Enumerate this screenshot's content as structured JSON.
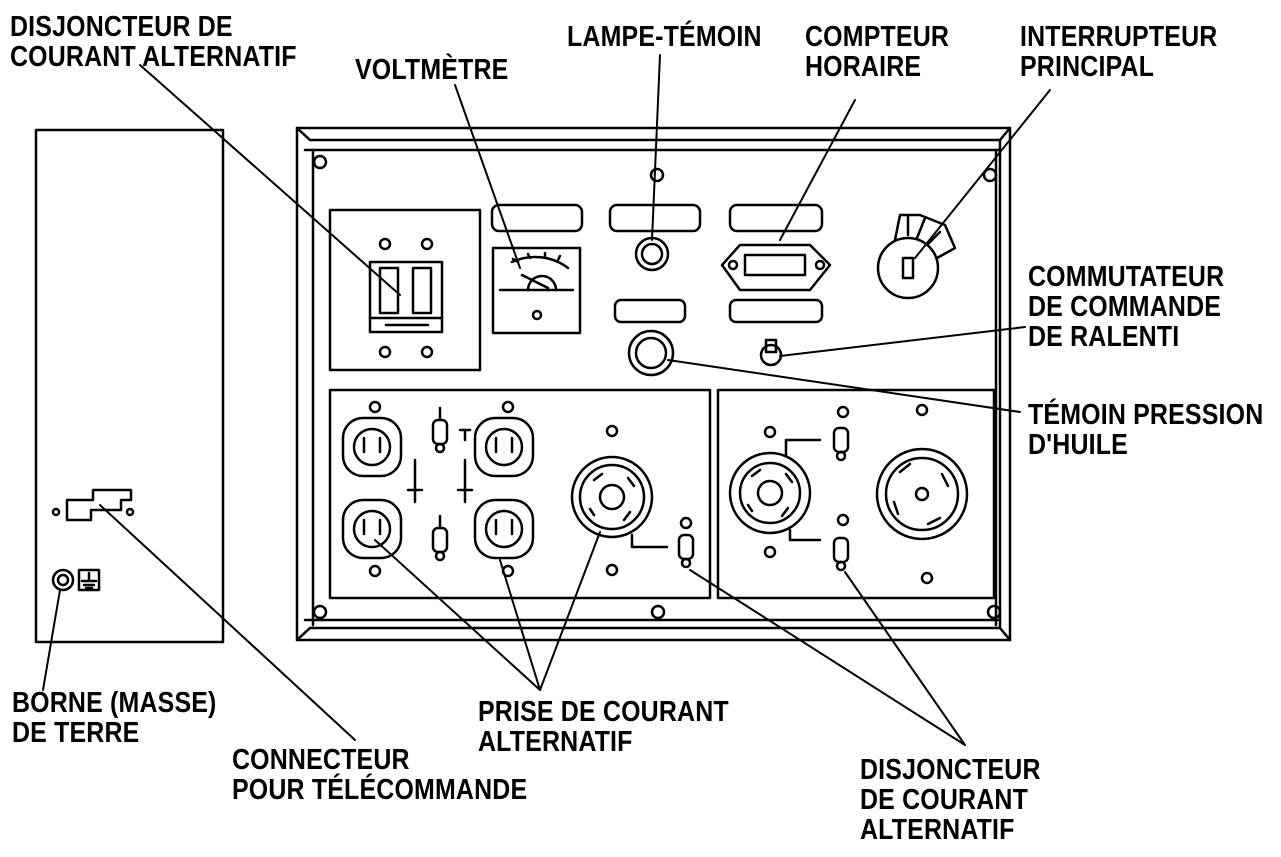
{
  "labels": {
    "ac_breaker_top": [
      "DISJONCTEUR DE",
      "COURANT ALTERNATIF"
    ],
    "voltmeter": [
      "VOLTMÈTRE"
    ],
    "pilot_lamp": [
      "LAMPE-TÉMOIN"
    ],
    "hour_meter": [
      "COMPTEUR",
      "HORAIRE"
    ],
    "main_switch": [
      "INTERRUPTEUR",
      "PRINCIPAL"
    ],
    "idle_switch": [
      "COMMUTATEUR",
      "DE COMMANDE",
      "DE RALENTI"
    ],
    "oil_pressure": [
      "TÉMOIN PRESSION",
      "D'HUILE"
    ],
    "ground_terminal": [
      "BORNE (MASSE)",
      "DE TERRE"
    ],
    "remote_connector": [
      "CONNECTEUR",
      "POUR TÉLÉCOMMANDE"
    ],
    "ac_outlet": [
      "PRISE DE COURANT",
      "ALTERNATIF"
    ],
    "ac_breaker_bottom": [
      "DISJONCTEUR",
      "DE COURANT",
      "ALTERNATIF"
    ]
  },
  "colors": {
    "ink": "#000000",
    "background": "#ffffff"
  }
}
